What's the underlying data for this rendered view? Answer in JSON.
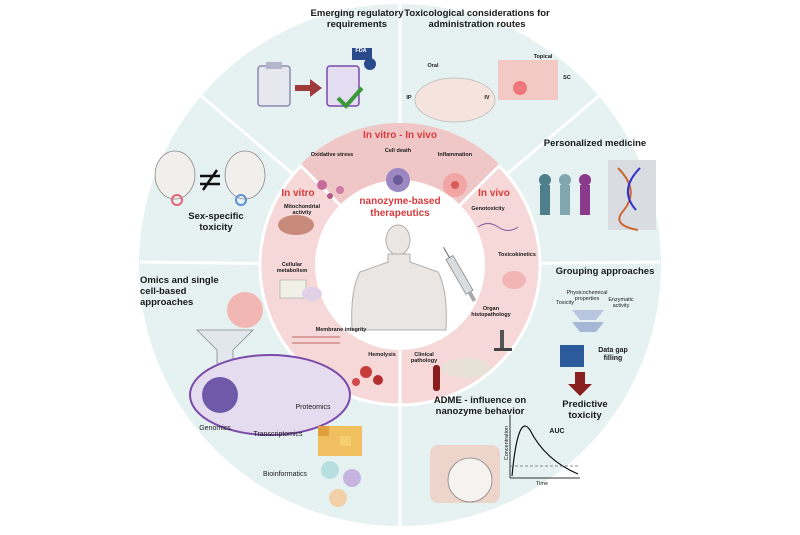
{
  "outer": {
    "regulatory": "Emerging regulatory requirements",
    "fda": "FDA",
    "toxicological": "Toxicological considerations for administration routes",
    "routes": {
      "oral": "Oral",
      "topical": "Topical",
      "sc": "SC",
      "ip": "IP",
      "iv": "IV"
    },
    "personalized": "Personalized medicine",
    "grouping": "Grouping approaches",
    "grouping_items": {
      "physchem": "Physicochemical properties",
      "toxicity": "Toxicity",
      "enzymatic": "Enzymatic activity"
    },
    "data_gap": "Data gap filling",
    "predictive": "Predictive toxicity",
    "adme": "ADME - influence on nanozyme behavior",
    "auc": "AUC",
    "axis_conc": "Concentration",
    "axis_time": "Time",
    "omics": "Omics and single cell-based approaches",
    "omics_items": {
      "genomics": "Genomics",
      "transcriptomics": "Transcriptomics",
      "proteomics": "Proteomics",
      "bioinformatics": "Bioinformatics"
    },
    "sex": "Sex-specific toxicity"
  },
  "inner": {
    "invitro_invivo": "In vitro - In vivo",
    "oxidative": "Oxidative stress",
    "cell_death": "Cell death",
    "inflammation": "Inflammation",
    "invitro": "In vitro",
    "mito": "Mitochondrial activity",
    "cellular": "Cellular metabolism",
    "membrane": "Membrane integrity",
    "hemolysis": "Hemolysis",
    "invivo": "In vivo",
    "genotox": "Genotoxicity",
    "toxicokinetics": "Toxicokinetics",
    "organ": "Organ histopathology",
    "clinical": "Clinical pathology",
    "center": "nanozyme-based therapeutics"
  },
  "colors": {
    "outer_ring": "#e6f1f2",
    "inner_ring": "#f6d8d8",
    "accent_red": "#d63b3b",
    "center_bg": "#ffffff"
  }
}
